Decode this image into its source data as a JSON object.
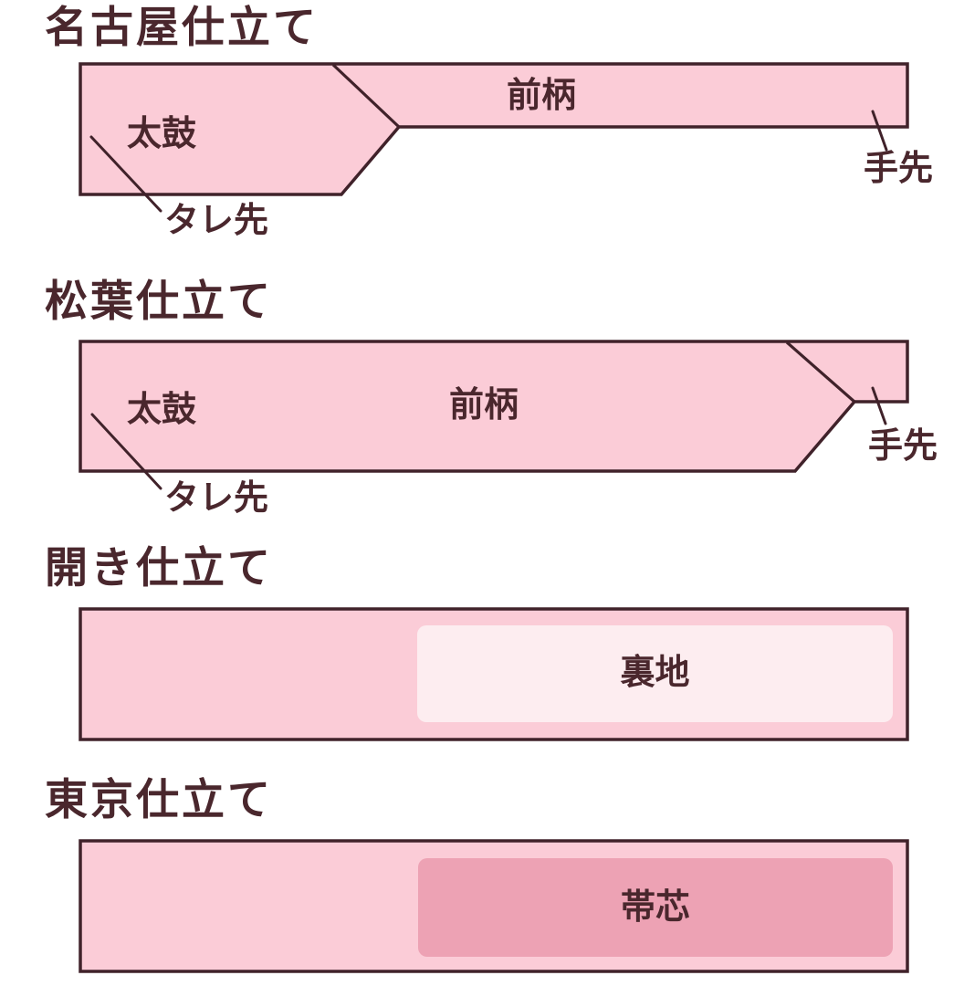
{
  "palette": {
    "background": "#ffffff",
    "obi_pink": "#fbccd7",
    "lining_pink": "#fdedf0",
    "core_pink": "#eda2b4",
    "outline_dark": "#40222a",
    "text_dark": "#4a272d"
  },
  "sections": [
    {
      "title": "名古屋仕立て",
      "labels": {
        "taiko": "太鼓",
        "maegara": "前柄",
        "tesaki": "手先",
        "taresaki": "タレ先"
      }
    },
    {
      "title": "松葉仕立て",
      "labels": {
        "taiko": "太鼓",
        "maegara": "前柄",
        "tesaki": "手先",
        "taresaki": "タレ先"
      }
    },
    {
      "title": "開き仕立て",
      "labels": {
        "uraji": "裏地"
      }
    },
    {
      "title": "東京仕立て",
      "labels": {
        "obishin": "帯芯"
      }
    }
  ]
}
